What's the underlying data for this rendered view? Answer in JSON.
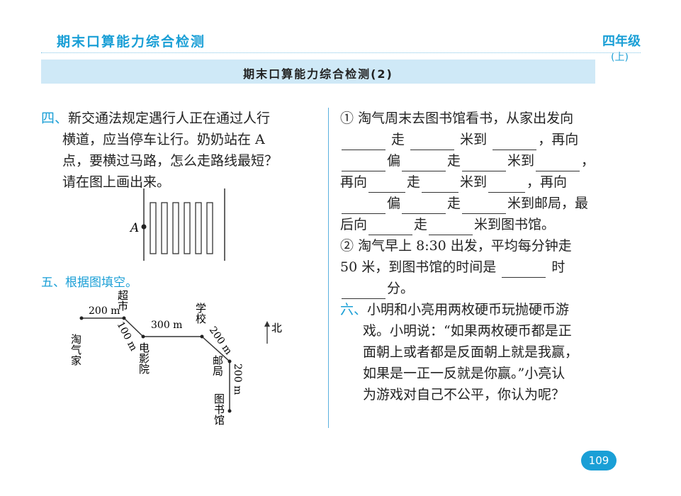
{
  "header": {
    "title": "期末口算能力综合检测",
    "grade": "四年级",
    "grade_sub": "(上)"
  },
  "banner": {
    "title": "期末口算能力综合检测(2)"
  },
  "q4": {
    "num": "四、",
    "lines": [
      "新交通法规定遇行人正在通过人行",
      "横道，应当停车让行。奶奶站在 A",
      "点，要横过马路，怎么走路线最短？",
      "请在图上画出来。"
    ],
    "point_label": "A"
  },
  "q5": {
    "title": "五、根据图填空。",
    "map": {
      "home": "淘气家",
      "market": "超市",
      "cinema": "电影院",
      "school": "学校",
      "post": "邮局",
      "library": "图书馆",
      "north": "北",
      "d1": "200 m",
      "d2": "100 m",
      "d3": "300 m",
      "d4": "200 m",
      "d5": "200 m"
    }
  },
  "q5a": {
    "num": "①",
    "l1": "淘气周末去图书馆看书，从家出发向",
    "w_zou": "走",
    "w_mi_dao": "米到",
    "w_zai_xiang": "，再向",
    "w_pian": "偏",
    "w_comma": "，",
    "w_zaixiang2": "再向",
    "w_to_post": "米到邮局，最",
    "w_houxiang": "后向",
    "w_to_lib": "米到图书馆。"
  },
  "q5b": {
    "num": "②",
    "l1": "淘气早上 8:30 出发，平均每分钟走",
    "l2a": "50 米，到图书馆的时间是",
    "l2b": "时",
    "l3": "分。"
  },
  "q6": {
    "num": "六、",
    "lines": [
      "小明和小亮用两枚硬币玩抛硬币游",
      "戏。小明说：“如果两枚硬币都是正",
      "面朝上或者都是反面朝上就是我赢，",
      "如果是一正一反就是你赢。”小亮认",
      "为游戏对自己不公平，你认为呢？"
    ]
  },
  "page": {
    "number": "109"
  }
}
